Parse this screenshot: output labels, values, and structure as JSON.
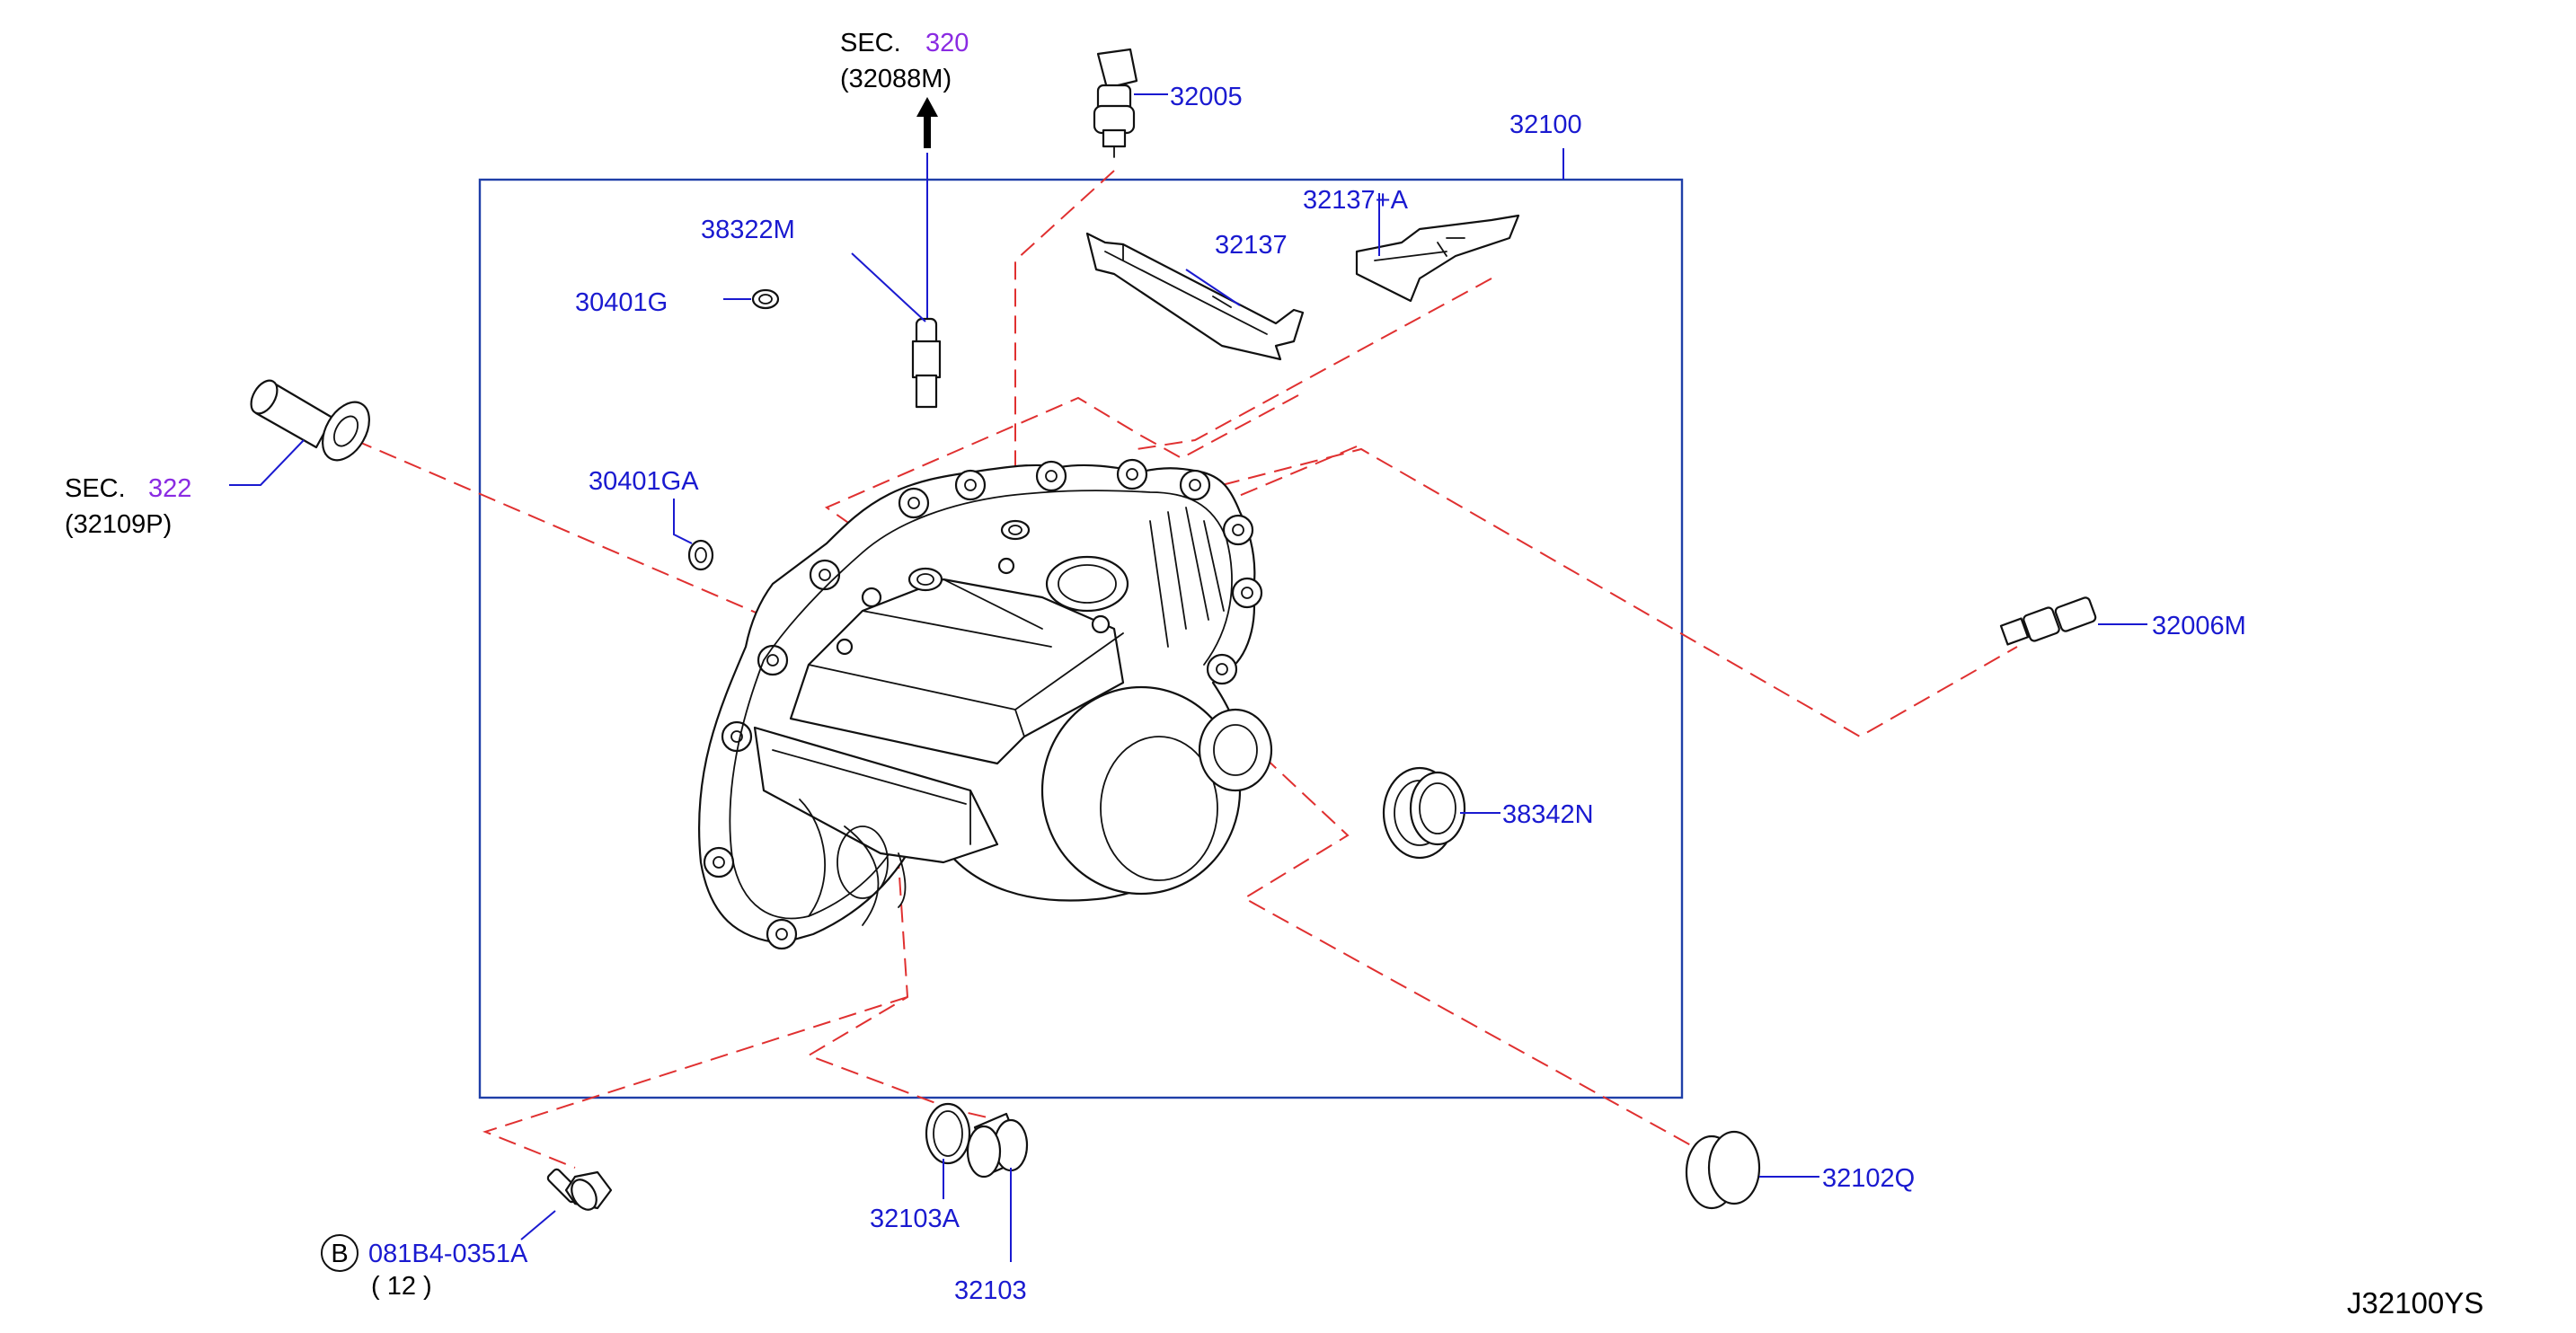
{
  "sec320": {
    "prefix": "SEC.",
    "number": "320",
    "ref": "(32088M)"
  },
  "sec322": {
    "prefix": "SEC.",
    "number": "322",
    "ref": "(32109P)"
  },
  "parts": {
    "p32005": "32005",
    "p32100": "32100",
    "p32137a": "32137+A",
    "p32137": "32137",
    "p38322m": "38322M",
    "p30401g": "30401G",
    "p30401ga": "30401GA",
    "p32006m": "32006M",
    "p38342n": "38342N",
    "p32102q": "32102Q",
    "p32103a": "32103A",
    "p32103": "32103",
    "bolt": "081B4-0351A",
    "bolt_qty": "( 12 )",
    "bolt_marker": "B"
  },
  "diagram_code": "J32100YS",
  "colors": {
    "label": "#1a1ad0",
    "section": "#8a2be2",
    "dashed_line": "#e03030",
    "frame": "#1f3fa8"
  }
}
